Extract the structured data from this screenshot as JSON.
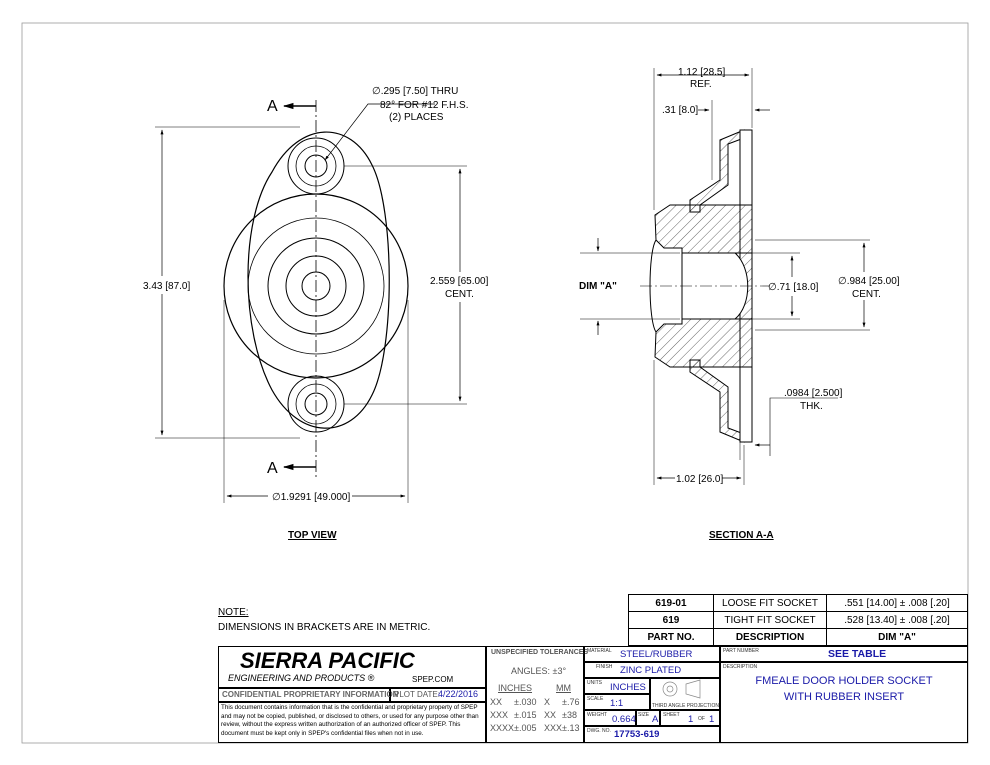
{
  "top_view": {
    "section_marker": "A",
    "hole_callout_1": "∅.295 [7.50] THRU",
    "hole_callout_2": "82° FOR #12 F.H.S.",
    "hole_callout_3": "(2) PLACES",
    "overall_height": "3.43 [87.0]",
    "hole_spacing_1": "2.559 [65.00]",
    "hole_spacing_2": "CENT.",
    "diameter": "∅1.9291 [49.000]",
    "title": "TOP VIEW"
  },
  "section_view": {
    "overall_width_1": "1.12 [28.5]",
    "overall_width_2": "REF.",
    "flange_depth": ".31 [8.0]",
    "dim_a_label": "DIM \"A\"",
    "bore_diameter": "∅.71 [18.0]",
    "outer_diameter_1": "∅.984 [25.00]",
    "outer_diameter_2": "CENT.",
    "thickness_1": ".0984 [2.500]",
    "thickness_2": "THK.",
    "base_width": "1.02 [26.0]",
    "title": "SECTION A-A"
  },
  "note": {
    "heading": "NOTE:",
    "text": "DIMENSIONS IN BRACKETS ARE IN METRIC."
  },
  "part_table": {
    "rows": [
      {
        "part": "619-01",
        "description": "LOOSE FIT SOCKET",
        "dim": ".551 [14.00] ± .008 [.20]"
      },
      {
        "part": "619",
        "description": "TIGHT FIT SOCKET",
        "dim": ".528 [13.40] ± .008 [.20]"
      }
    ],
    "headers": {
      "part": "PART NO.",
      "description": "DESCRIPTION",
      "dim": "DIM \"A\""
    }
  },
  "title_block": {
    "company": "SIERRA PACIFIC",
    "company_sub": "ENGINEERING AND PRODUCTS ®",
    "website": "SPEP.COM",
    "confidential_heading": "CONFIDENTIAL PROPRIETARY INFORMATION",
    "plot_date_label": "PLOT DATE:",
    "plot_date": "4/22/2016",
    "confidential_text": "This document contains information that is the confidential and proprietary property of SPEP and may not be copied, published, or disclosed to others, or used for any purpose other than review, without the express written authorization of an authorized officer of SPEP. This document must be kept only in SPEP's confidential files when not in use.",
    "tolerances_heading": "UNSPECIFIED TOLERANCES",
    "angles": "ANGLES: ±3°",
    "inches_label": "INCHES",
    "mm_label": "MM",
    "tol_rows": [
      {
        "in_fmt": "XX",
        "in_val": "±.030",
        "mm_fmt": "X",
        "mm_val": "±.76"
      },
      {
        "in_fmt": "XXX",
        "in_val": "±.015",
        "mm_fmt": "XX",
        "mm_val": "±38"
      },
      {
        "in_fmt": "XXXX",
        "in_val": "±.005",
        "mm_fmt": "XXX",
        "mm_val": "±.13"
      }
    ],
    "material_label": "MATERIAL",
    "material": "STEEL/RUBBER",
    "finish_label": "FINISH",
    "finish": "ZINC PLATED",
    "units_label": "UNITS",
    "units": "INCHES",
    "scale_label": "SCALE",
    "scale": "1:1",
    "projection_label": "THIRD ANGLE PROJECTION",
    "weight_label": "WEIGHT",
    "weight": "0.664",
    "size_label": "SIZE",
    "size": "A",
    "sheet_label": "SHEET",
    "sheet": "1",
    "of_label": "OF",
    "sheet_total": "1",
    "dwg_label": "DWG. NO.",
    "dwg_no": "17753-619",
    "part_number_label": "PART NUMBER",
    "part_number": "SEE TABLE",
    "description_label": "DESCRIPTION",
    "description_1": "FMEALE DOOR HOLDER SOCKET",
    "description_2": "WITH RUBBER INSERT"
  },
  "colors": {
    "ink": "#000000",
    "blue_text": "#1a1aa8",
    "paper": "#ffffff"
  }
}
